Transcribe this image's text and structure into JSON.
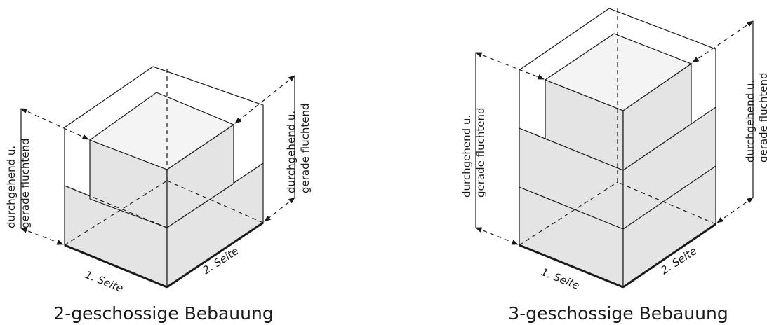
{
  "figures": [
    {
      "caption": "2-geschossige Bebauung",
      "side_labels": [
        "1. Seite",
        "2. Seite"
      ],
      "left_note": [
        "durchgehend u.",
        "gerade fluchtend"
      ],
      "right_note": [
        "durchgehend u.",
        "gerade fluchtend"
      ]
    },
    {
      "caption": "3-geschossige Bebauung",
      "side_labels": [
        "1. Seite",
        "2. Seite"
      ],
      "left_note": [
        "durchgehend u.",
        "gerade fluchtend"
      ],
      "right_note": [
        "durchgehend u.",
        "gerade fluchtend"
      ]
    }
  ],
  "colors": {
    "face_light": "#e4e4e4",
    "face_top": "#f4f4f4",
    "stroke": "#1a1a1a"
  }
}
